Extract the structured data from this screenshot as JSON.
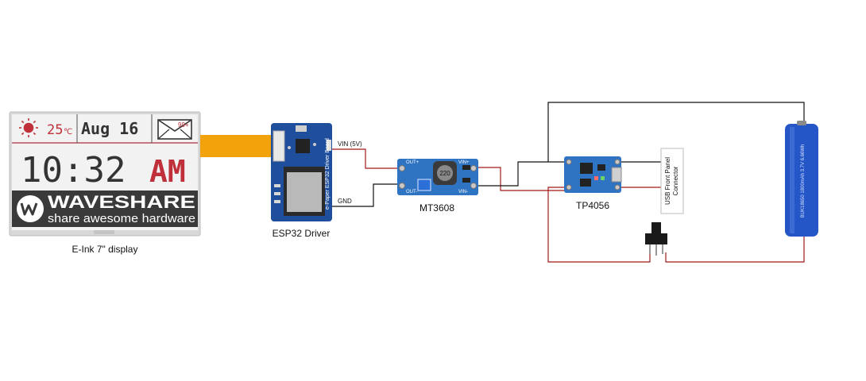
{
  "display": {
    "temperature": "25",
    "temp_unit": "℃",
    "date": "Aug 16",
    "badge": "99+",
    "time": "10:32",
    "ampm": "AM",
    "brand": "WAVESHARE",
    "tagline": "share awesome hardware",
    "caption": "E-Ink 7\" display"
  },
  "esp32": {
    "caption": "ESP32 Driver",
    "board_text": "e-Paper ESP32 Driver Board",
    "vin_label": "VIN (5V)",
    "gnd_label": "GND"
  },
  "mt3608": {
    "caption": "MT3608",
    "inductor": "220",
    "pins": {
      "out_plus": "OUT+",
      "out_minus": "OUT-",
      "vin_plus": "VIN+",
      "vin_minus": "VIN-"
    }
  },
  "tp4056": {
    "caption": "TP4056"
  },
  "usb": {
    "line1": "USB Front Panel",
    "line2": "Connector"
  },
  "battery": {
    "text": "BUK18650 1800mAh 3.7V 6.66Wh"
  },
  "colors": {
    "ribbon": "#f2a20a",
    "board_blue": "#1f4f9c",
    "mt_blue": "#2f74c2",
    "battery_blue": "#2456c7",
    "wire_red": "#a01818",
    "brand_red": "#c0303a"
  }
}
